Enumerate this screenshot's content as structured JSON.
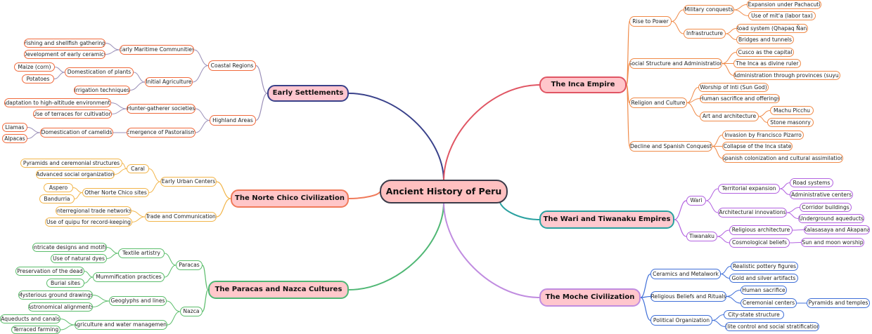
{
  "mindmap": {
    "root": "Ancient History of Peru",
    "branches": [
      {
        "key": "ES",
        "label": "Early Settlements",
        "children": [
          {
            "label": "Coastal Regions",
            "children": [
              {
                "label": "Early Maritime Communities",
                "children": [
                  {
                    "label": "Fishing and shellfish gathering"
                  },
                  {
                    "label": "Development of early ceramics"
                  }
                ]
              },
              {
                "label": "Initial Agriculture",
                "children": [
                  {
                    "label": "Domestication of plants",
                    "children": [
                      {
                        "label": "Maize (corn)"
                      },
                      {
                        "label": "Potatoes"
                      }
                    ]
                  },
                  {
                    "label": "Irrigation techniques"
                  }
                ]
              }
            ]
          },
          {
            "label": "Highland Areas",
            "children": [
              {
                "label": "Hunter-gatherer societies",
                "children": [
                  {
                    "label": "Adaptation to high-altitude environments"
                  },
                  {
                    "label": "Use of terraces for cultivation"
                  }
                ]
              },
              {
                "label": "Emergence of Pastoralism",
                "children": [
                  {
                    "label": "Domestication of camelids",
                    "children": [
                      {
                        "label": "Llamas"
                      },
                      {
                        "label": "Alpacas"
                      }
                    ]
                  }
                ]
              }
            ]
          }
        ]
      },
      {
        "key": "NC",
        "label": "The Norte Chico Civilization",
        "children": [
          {
            "label": "Early Urban Centers",
            "children": [
              {
                "label": "Caral",
                "children": [
                  {
                    "label": "Pyramids and ceremonial structures"
                  },
                  {
                    "label": "Advanced social organization"
                  }
                ]
              },
              {
                "label": "Other Norte Chico sites",
                "children": [
                  {
                    "label": "Aspero"
                  },
                  {
                    "label": "Bandurria"
                  }
                ]
              }
            ]
          },
          {
            "label": "Trade and Communication",
            "children": [
              {
                "label": "Interregional trade networks"
              },
              {
                "label": "Use of quipu for record-keeping"
              }
            ]
          }
        ]
      },
      {
        "key": "PN",
        "label": "The Paracas and Nazca Cultures",
        "children": [
          {
            "label": "Paracas",
            "children": [
              {
                "label": "Textile artistry",
                "children": [
                  {
                    "label": "Intricate designs and motifs"
                  },
                  {
                    "label": "Use of natural dyes"
                  }
                ]
              },
              {
                "label": "Mummification practices",
                "children": [
                  {
                    "label": "Preservation of the dead"
                  },
                  {
                    "label": "Burial sites"
                  }
                ]
              }
            ]
          },
          {
            "label": "Nazca",
            "children": [
              {
                "label": "Geoglyphs and lines",
                "children": [
                  {
                    "label": "Mysterious ground drawings"
                  },
                  {
                    "label": "Astronomical alignments"
                  }
                ]
              },
              {
                "label": "Agriculture and water management",
                "children": [
                  {
                    "label": "Aqueducts and canals"
                  },
                  {
                    "label": "Terraced farming"
                  }
                ]
              }
            ]
          }
        ]
      },
      {
        "key": "IE",
        "label": "The Inca Empire",
        "children": [
          {
            "label": "Rise to Power",
            "children": [
              {
                "label": "Military conquests",
                "children": [
                  {
                    "label": "Expansion under Pachacuti"
                  },
                  {
                    "label": "Use of mit'a (labor tax)"
                  }
                ]
              },
              {
                "label": "Infrastructure",
                "children": [
                  {
                    "label": "Road system (Qhapaq Ñan)"
                  },
                  {
                    "label": "Bridges and tunnels"
                  }
                ]
              }
            ]
          },
          {
            "label": "Social Structure and Administration",
            "children": [
              {
                "label": "Cusco as the capital"
              },
              {
                "label": "The Inca as divine ruler"
              },
              {
                "label": "Administration through provinces (suyu)"
              }
            ]
          },
          {
            "label": "Religion and Culture",
            "children": [
              {
                "label": "Worship of Inti (Sun God)"
              },
              {
                "label": "Human sacrifice and offerings"
              },
              {
                "label": "Art and architecture",
                "children": [
                  {
                    "label": "Machu Picchu"
                  },
                  {
                    "label": "Stone masonry"
                  }
                ]
              }
            ]
          },
          {
            "label": "Decline and Spanish Conquest",
            "children": [
              {
                "label": "Invasion by Francisco Pizarro"
              },
              {
                "label": "Collapse of the Inca state"
              },
              {
                "label": "Spanish colonization and cultural assimilation"
              }
            ]
          }
        ]
      },
      {
        "key": "WT",
        "label": "The Wari and Tiwanaku Empires",
        "children": [
          {
            "label": "Wari",
            "children": [
              {
                "label": "Territorial expansion",
                "children": [
                  {
                    "label": "Road systems"
                  },
                  {
                    "label": "Administrative centers"
                  }
                ]
              },
              {
                "label": "Architectural innovations",
                "children": [
                  {
                    "label": "Corridor buildings"
                  },
                  {
                    "label": "Underground aqueducts"
                  }
                ]
              }
            ]
          },
          {
            "label": "Tiwanaku",
            "children": [
              {
                "label": "Religious architecture",
                "children": [
                  {
                    "label": "Kalasasaya and Akapana"
                  }
                ]
              },
              {
                "label": "Cosmological beliefs",
                "children": [
                  {
                    "label": "Sun and moon worship"
                  }
                ]
              }
            ]
          }
        ]
      },
      {
        "key": "MC",
        "label": "The Moche Civilization",
        "children": [
          {
            "label": "Ceramics and Metalwork",
            "children": [
              {
                "label": "Realistic pottery figures"
              },
              {
                "label": "Gold and silver artifacts"
              }
            ]
          },
          {
            "label": "Religious Beliefs and Rituals",
            "children": [
              {
                "label": "Human sacrifice"
              },
              {
                "label": "Ceremonial centers",
                "children": [
                  {
                    "label": "Pyramids and temples"
                  }
                ]
              }
            ]
          },
          {
            "label": "Political Organization",
            "children": [
              {
                "label": "City-state structure"
              },
              {
                "label": "Elite control and social stratification"
              }
            ]
          }
        ]
      }
    ]
  }
}
